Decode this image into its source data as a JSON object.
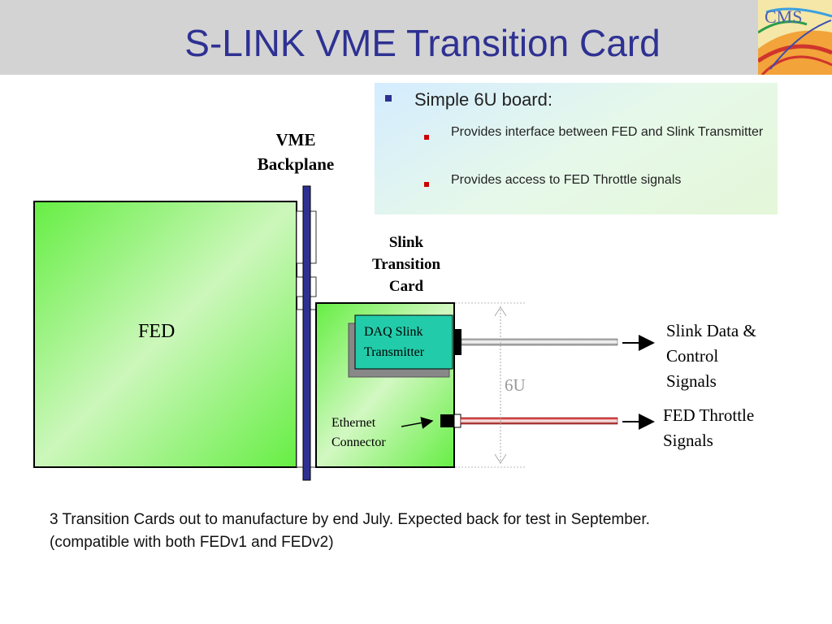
{
  "title": "S-LINK VME Transition Card",
  "info": {
    "heading": "Simple 6U board:",
    "points": [
      "Provides interface between FED and Slink Transmitter",
      "Provides access to FED Throttle signals"
    ]
  },
  "diagram": {
    "vme_line1": "VME",
    "vme_line2": "Backplane",
    "fed": "FED",
    "stc_line1": "Slink",
    "stc_line2": "Transition",
    "stc_line3": "Card",
    "daq_line1": "DAQ Slink",
    "daq_line2": "Transmitter",
    "eth_line1": "Ethernet",
    "eth_line2": "Connector",
    "height": "6U",
    "out1_line1": "Slink Data &",
    "out1_line2": "Control",
    "out1_line3": "Signals",
    "out2_line1": "FED Throttle",
    "out2_line2": "Signals"
  },
  "footer": {
    "line1": "3 Transition Cards out to manufacture by end July. Expected back for test in September.",
    "line2": "(compatible with both FEDv1 and FEDv2)"
  },
  "logo_text": "CMS",
  "colors": {
    "title": "#2e3192",
    "board_green": "#66ee44",
    "daq_teal": "#22ccaa",
    "backplane": "#2e3192"
  }
}
